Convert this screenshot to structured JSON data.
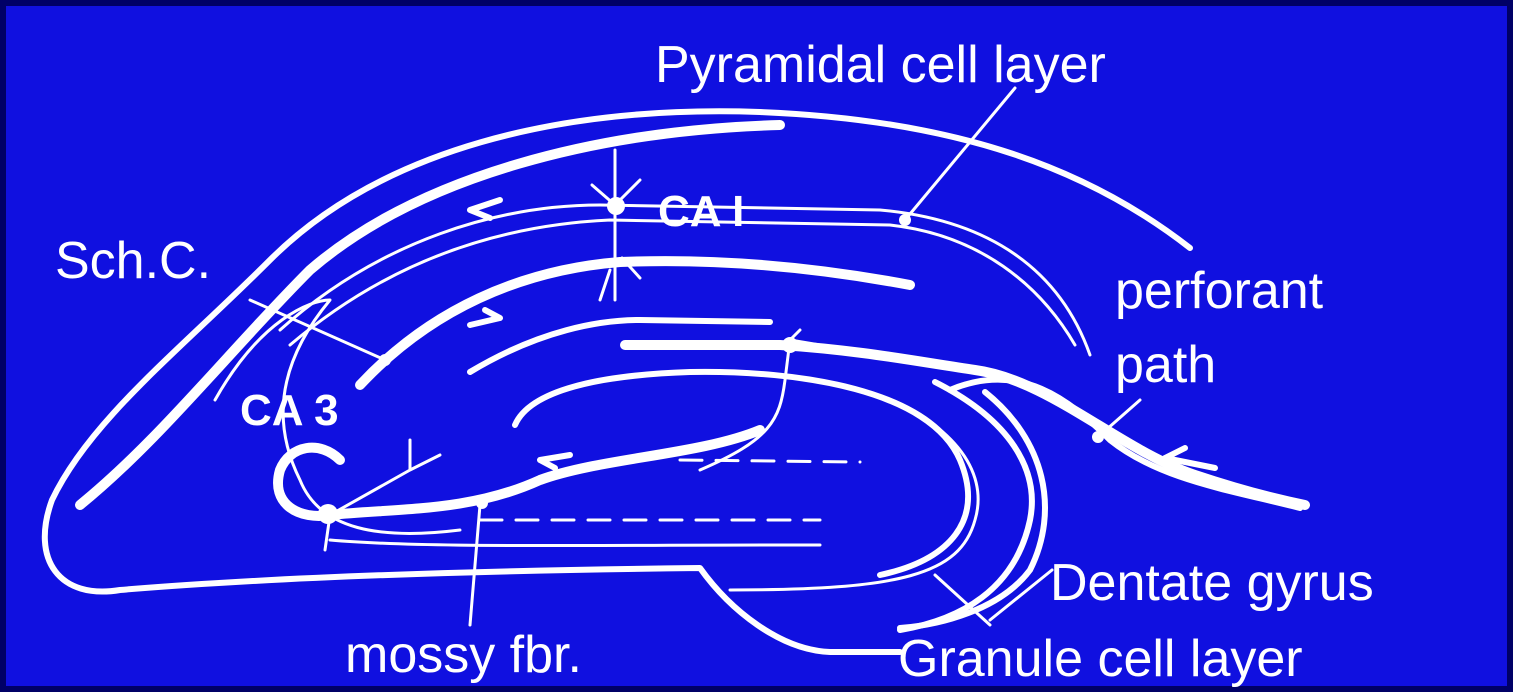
{
  "colors": {
    "background": "#1010e0",
    "frame": "#000066",
    "ink": "#ffffff"
  },
  "labels": {
    "pyramidal": "Pyramidal cell layer",
    "ca1": "CA I",
    "schc": "Sch.C.",
    "perforant": "perforant",
    "path": "path",
    "ca3": "CA 3",
    "dentate": "Dentate gyrus",
    "mossy": "mossy fbr.",
    "granule": "Granule cell layer"
  }
}
